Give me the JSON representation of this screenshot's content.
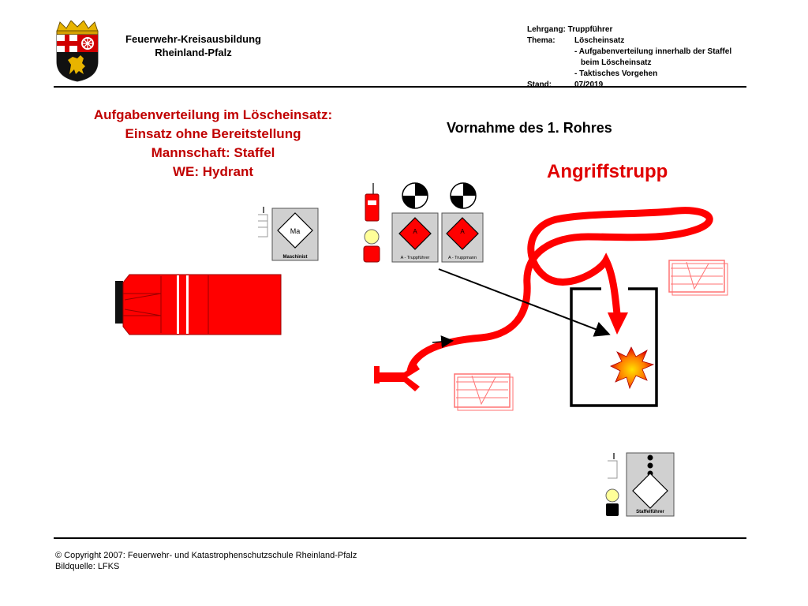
{
  "header": {
    "org_line1": "Feuerwehr-Kreisausbildung",
    "org_line2": "Rheinland-Pfalz",
    "meta": {
      "lehrgang_key": "Lehrgang:",
      "lehrgang_value": "Truppführer",
      "thema_key": "Thema:",
      "thema_value": "Löscheinsatz",
      "topic1": "- Aufgabenverteilung innerhalb der Staffel",
      "topic1b": "beim Löscheinsatz",
      "topic2": "- Taktisches Vorgehen",
      "stand_key": "Stand:",
      "stand_value": "07/2019"
    }
  },
  "title": {
    "line1": "Aufgabenverteilung im Löscheinsatz:",
    "line2": "Einsatz ohne Bereitstellung",
    "line3": "Mannschaft: Staffel",
    "line4": "WE: Hydrant"
  },
  "subtitle": "Vornahme des 1. Rohres",
  "highlight": "Angriffstrupp",
  "cards": {
    "maschinist_symbol": "Ma",
    "maschinist_label": "Maschinist",
    "truppfuehrer_symbol": "A",
    "truppfuehrer_label": "A - Truppführer",
    "truppmann_symbol": "A",
    "truppmann_label": "A - Truppmann",
    "staffelfuehrer_label": "Staffelführer"
  },
  "footer": {
    "copyright": "© Copyright 2007: Feuerwehr- und Katastrophenschutzschule Rheinland-Pfalz",
    "source": "Bildquelle: LFKS"
  },
  "colors": {
    "red": "#ff0000",
    "dark_red": "#c00000",
    "card_gray": "#d0d0d0",
    "hose_red": "#ff0000"
  },
  "icons": [
    "coat-of-arms-icon",
    "radio-icon",
    "helmet-icon",
    "person-icon",
    "nozzle-icon",
    "fire-icon",
    "hose-icon",
    "fire-truck-icon"
  ]
}
